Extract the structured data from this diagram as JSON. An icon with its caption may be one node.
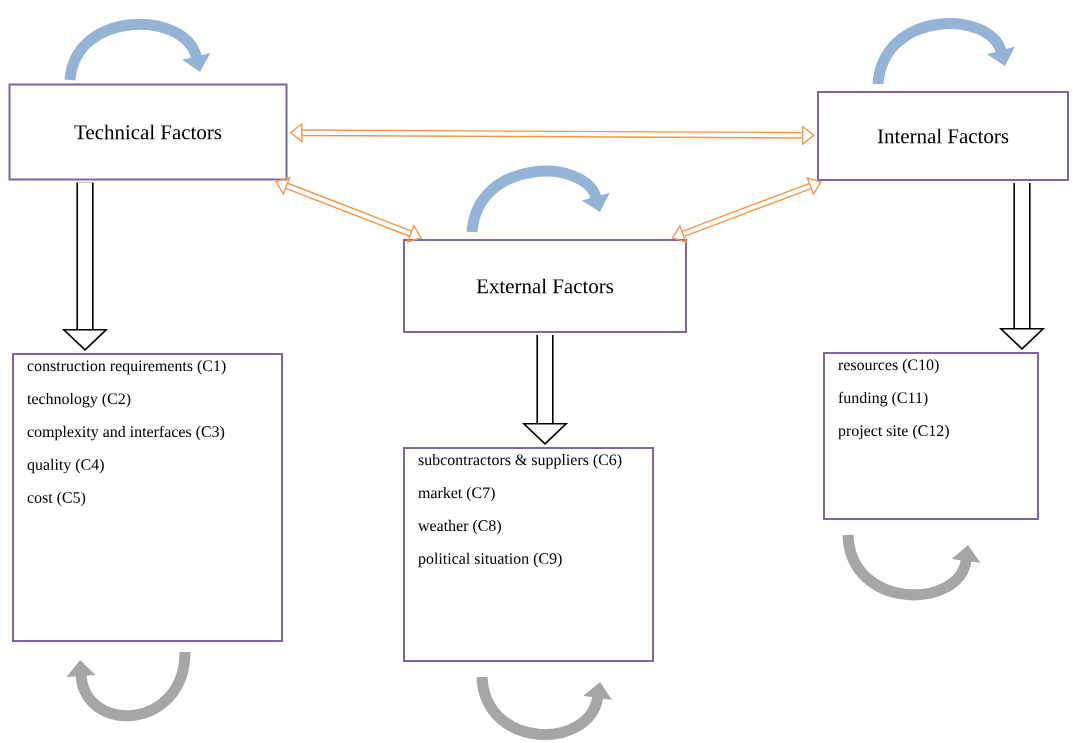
{
  "diagram": {
    "nodes": [
      {
        "text": [
          "Technical Factors"
        ]
      },
      {
        "text": [
          "Internal Factors"
        ]
      },
      {
        "text": [
          "External Factors"
        ]
      },
      {
        "text": [
          "construction requirements (C1)",
          "technology (C2)",
          "complexity and interfaces (C3)",
          "quality (C4)",
          "cost (C5)"
        ]
      },
      {
        "text": [
          "subcontractors & suppliers (C6)",
          "market (C7)",
          "weather (C8)",
          "political situation (C9)"
        ]
      },
      {
        "text": [
          "resources (C10)",
          "funding (C11)",
          "project site (C12)"
        ]
      }
    ],
    "edges": [
      {
        "from": 0,
        "to": 1,
        "arrow": "both",
        "color": "#f79646"
      },
      {
        "from": 0,
        "to": 2,
        "arrow": "both",
        "color": "#f79646"
      },
      {
        "from": 1,
        "to": 2,
        "arrow": "both",
        "color": "#f79646"
      },
      {
        "from": 0,
        "to": 3,
        "arrow": "to",
        "style": "thick",
        "color": "#000000"
      },
      {
        "from": 2,
        "to": 4,
        "arrow": "to",
        "style": "thick",
        "color": "#000000"
      },
      {
        "from": 1,
        "to": 5,
        "arrow": "to",
        "style": "thick",
        "color": "#000000"
      }
    ]
  }
}
